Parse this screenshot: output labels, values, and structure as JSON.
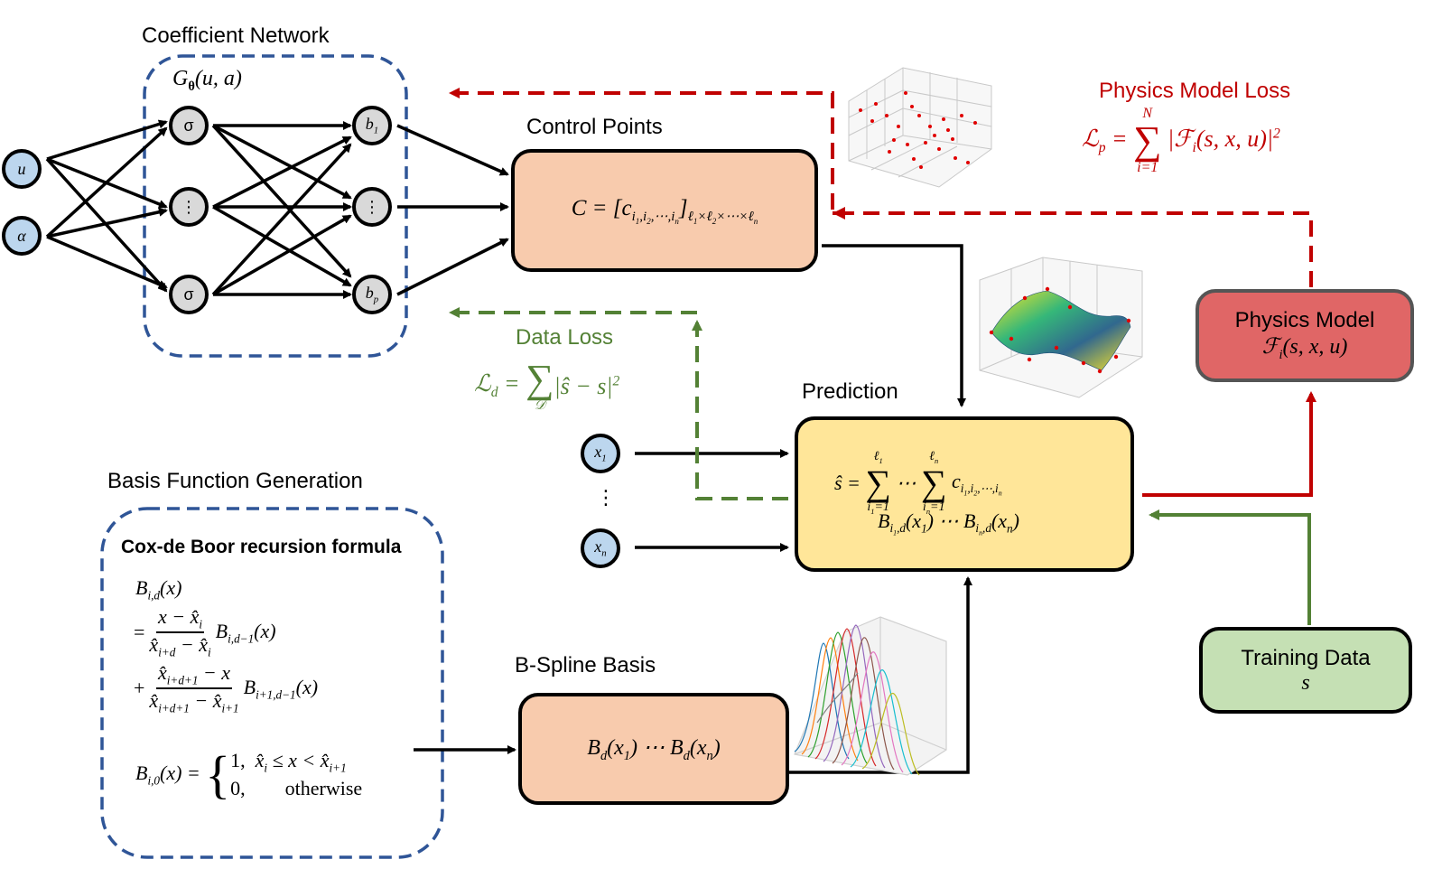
{
  "coefficient_network": {
    "title": "Coefficient Network",
    "function_label": "Gθ(u, a)",
    "inputs": [
      "u",
      "α"
    ],
    "hidden": [
      "σ",
      "⋮",
      "σ"
    ],
    "outputs": [
      "b1",
      "⋮",
      "bp"
    ]
  },
  "control_points": {
    "title": "Control Points",
    "formula": "C = [c i1,i2,⋯,in ] ℓ1×ℓ2×⋯×ℓn",
    "fill": "#f8cbad"
  },
  "physics_loss": {
    "title": "Physics Model Loss",
    "formula": "Lp = ∑ i=1..N |Fi(s, x, u)|²",
    "color": "#c00000"
  },
  "physics_model": {
    "title": "Physics Model",
    "formula": "Fi(s, x, u)",
    "fill": "#e06666"
  },
  "data_loss": {
    "title": "Data Loss",
    "formula": "Ld = ∑ D |ŝ − s|²",
    "color": "#538135"
  },
  "prediction": {
    "title": "Prediction",
    "formula_line1": "ŝ = ∑ i1=1..ℓ1 ⋯ ∑ in=1..ℓn c i1,i2,⋯,in",
    "formula_line2": "B i1,d(x1) ⋯ B in,d(xn)",
    "fill": "#ffe699"
  },
  "x_inputs": [
    "x1",
    "⋮",
    "xn"
  ],
  "basis_generation": {
    "title": "Basis Function Generation",
    "subtitle": "Cox-de Boor recursion formula",
    "line1": "Bi,d(x)",
    "line2": "= (x − x̂i)/(x̂i+d − x̂i) Bi,d−1(x)",
    "line3": "+ (x̂i+d+1 − x)/(x̂i+d+1 − x̂i+1) Bi+1,d−1(x)",
    "line4": "Bi,0(x) = {1, x̂i ≤ x < x̂i+1 ; 0, otherwise}",
    "case1_val": "1,",
    "case2_val": "0,",
    "case2_text": "otherwise"
  },
  "bspline_basis": {
    "title": "B-Spline Basis",
    "formula": "Bd(x1) ⋯ Bd(xn)",
    "fill": "#f8cbad"
  },
  "training_data": {
    "title": "Training Data",
    "symbol": "s",
    "fill": "#c5e0b4"
  },
  "colors": {
    "dashed_blue": "#2f5597",
    "red": "#c00000",
    "green": "#538135"
  }
}
